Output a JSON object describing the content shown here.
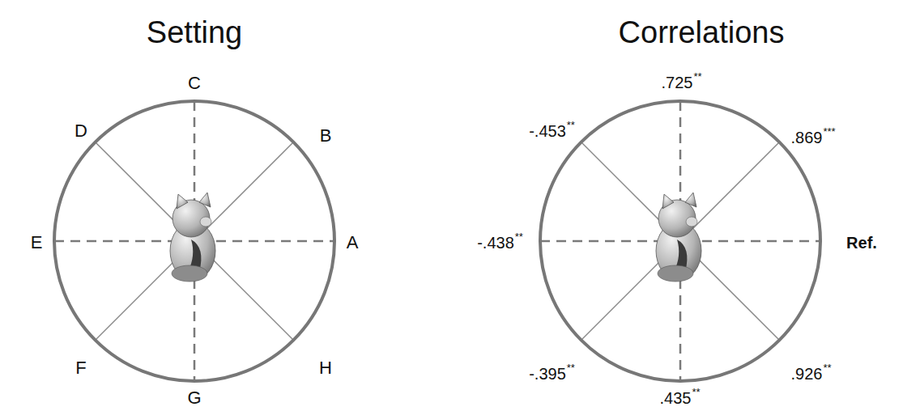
{
  "diagram": {
    "nodes": [
      {
        "text": [
          "Setting"
        ]
      },
      {
        "text": [
          "Correlations"
        ]
      }
    ],
    "labels": [
      "C",
      "D",
      "B",
      "E",
      "A",
      "F",
      "G",
      "H",
      ".725",
      "**",
      "-.453",
      "**",
      ".869",
      "***",
      "-.438",
      "**",
      "Ref.",
      ".926",
      "**",
      "-.395",
      "**",
      ".435",
      "**"
    ]
  }
}
